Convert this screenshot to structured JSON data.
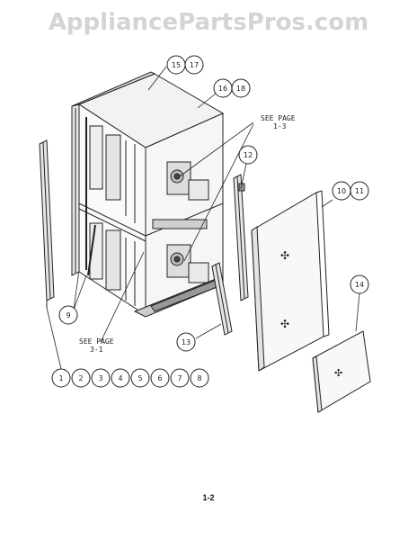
{
  "watermark": "AppliancePartsPros.com",
  "page_number": "1-2",
  "notes": {
    "see_page_top_line1": "SEE PAGE",
    "see_page_top_line2": "1-3",
    "see_page_bottom_line1": "SEE PAGE",
    "see_page_bottom_line2": "3-1"
  },
  "callouts": {
    "c15": "15",
    "c17": "17",
    "c16": "16",
    "c18": "18",
    "c12": "12",
    "c10": "10",
    "c11": "11",
    "c14": "14",
    "c13": "13",
    "c9": "9",
    "row": [
      "1",
      "2",
      "3",
      "4",
      "5",
      "6",
      "7",
      "8"
    ]
  }
}
